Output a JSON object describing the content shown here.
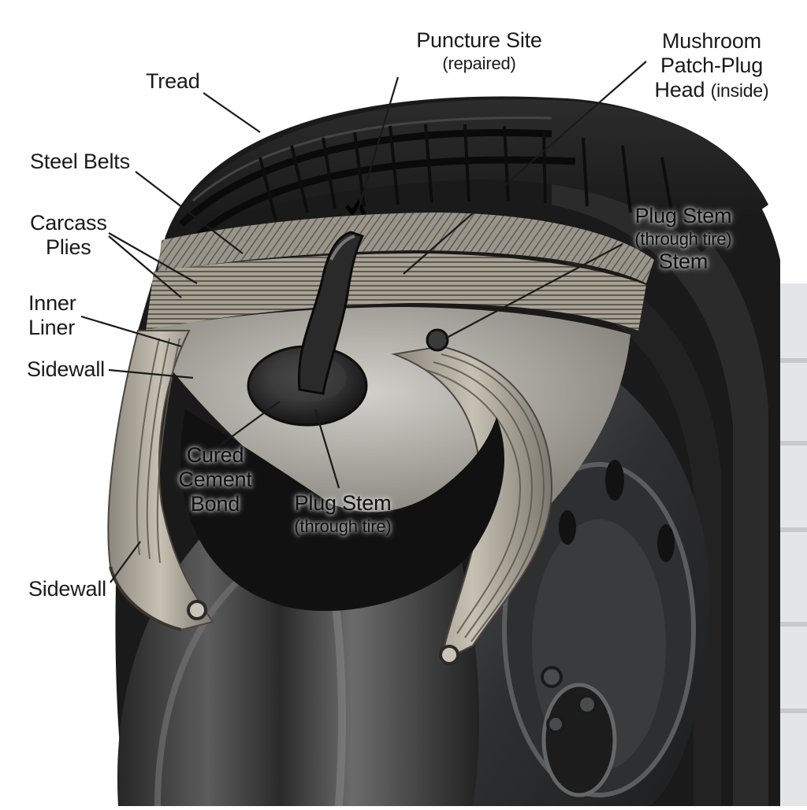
{
  "labels": {
    "tread": "Tread",
    "steel_belts": "Steel Belts",
    "carcass_plies": [
      "Carcass",
      "Plies"
    ],
    "inner_liner": [
      "Inner",
      "Liner"
    ],
    "sidewall_upper": "Sidewall",
    "sidewall_lower": "Sidewall",
    "puncture_site": [
      "Puncture Site",
      "(repaired)"
    ],
    "mushroom_head": [
      "Mushroom",
      "Patch-Plug",
      "Head",
      "(inside)"
    ],
    "plug_stem_right": [
      "Plug Stem",
      "(through tire)",
      "Stem"
    ],
    "cured_cement": [
      "Cured",
      "Cement",
      "Bond"
    ],
    "plug_stem_center": [
      "Plug Stem",
      "(through tire)"
    ]
  },
  "colors": {
    "rubber_dark": "#1b1b1b",
    "rubber_mid": "#3a3a3a",
    "cord_light": "#b9b3a6",
    "rim_steel": "#3c3d3e",
    "wall_panel": "#d9dadc",
    "leader_line": "#1a1a1a"
  }
}
